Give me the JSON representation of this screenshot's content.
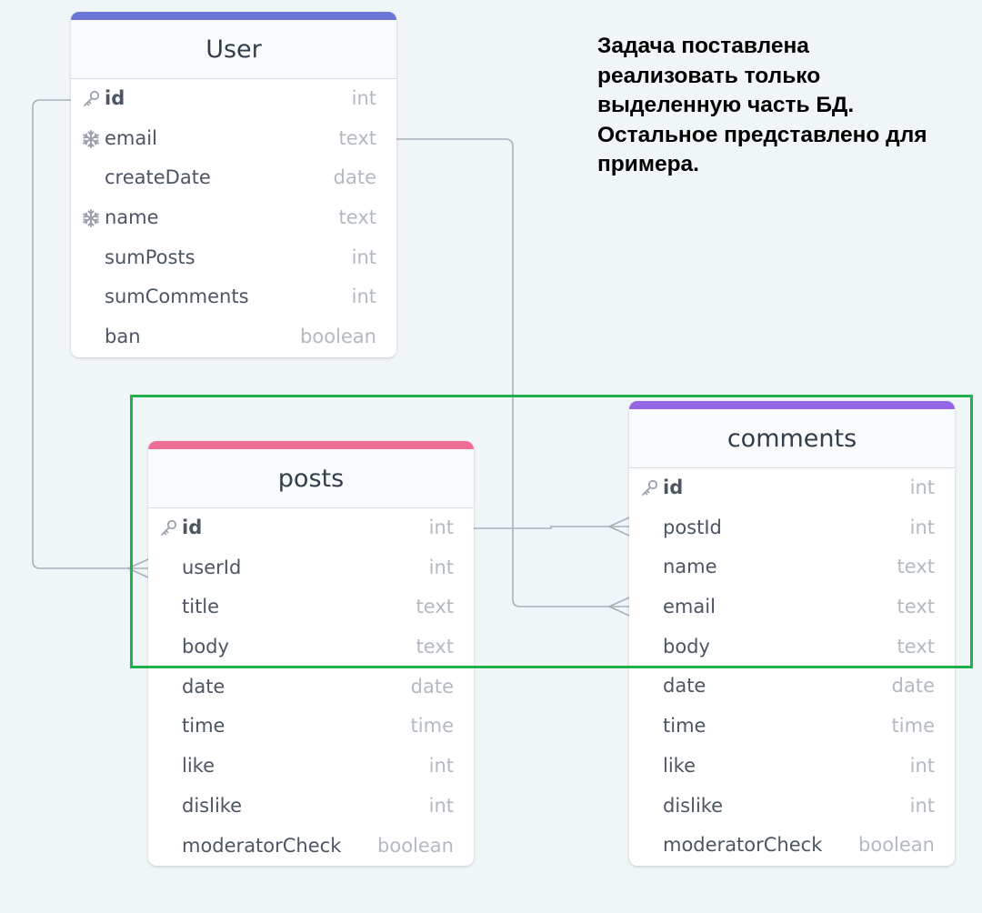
{
  "note": {
    "lines": [
      "Задача поставлена",
      "реализовать только",
      "выделенную часть БД.",
      "Остальное представлено для",
      "примера."
    ]
  },
  "colors": {
    "user_accent": "#6a75d6",
    "posts_accent": "#ef6f94",
    "comments_accent": "#9665e3",
    "highlight_border": "#21b04b",
    "connector": "#a7b1bd"
  },
  "tables": {
    "user": {
      "name": "User",
      "columns": [
        {
          "name": "id",
          "type": "int",
          "icon": "key-icon",
          "primary": true
        },
        {
          "name": "email",
          "type": "text",
          "icon": "snowflake-icon"
        },
        {
          "name": "createDate",
          "type": "date"
        },
        {
          "name": "name",
          "type": "text",
          "icon": "snowflake-icon"
        },
        {
          "name": "sumPosts",
          "type": "int"
        },
        {
          "name": "sumComments",
          "type": "int"
        },
        {
          "name": "ban",
          "type": "boolean"
        }
      ]
    },
    "posts": {
      "name": "posts",
      "columns": [
        {
          "name": "id",
          "type": "int",
          "icon": "key-icon",
          "primary": true
        },
        {
          "name": "userId",
          "type": "int"
        },
        {
          "name": "title",
          "type": "text"
        },
        {
          "name": "body",
          "type": "text"
        },
        {
          "name": "date",
          "type": "date"
        },
        {
          "name": "time",
          "type": "time"
        },
        {
          "name": "like",
          "type": "int"
        },
        {
          "name": "dislike",
          "type": "int"
        },
        {
          "name": "moderatorCheck",
          "type": "boolean"
        }
      ]
    },
    "comments": {
      "name": "comments",
      "columns": [
        {
          "name": "id",
          "type": "int",
          "icon": "key-icon",
          "primary": true
        },
        {
          "name": "postId",
          "type": "int"
        },
        {
          "name": "name",
          "type": "text"
        },
        {
          "name": "email",
          "type": "text"
        },
        {
          "name": "body",
          "type": "text"
        },
        {
          "name": "date",
          "type": "date"
        },
        {
          "name": "time",
          "type": "time"
        },
        {
          "name": "like",
          "type": "int"
        },
        {
          "name": "dislike",
          "type": "int"
        },
        {
          "name": "moderatorCheck",
          "type": "boolean"
        }
      ]
    }
  },
  "relations": [
    {
      "from": "User.id",
      "to": "posts.userId",
      "cardinality": "one-to-many"
    },
    {
      "from": "User.email",
      "to": "comments.email",
      "cardinality": "one-to-many"
    },
    {
      "from": "posts.id",
      "to": "comments.postId",
      "cardinality": "one-to-many"
    }
  ]
}
